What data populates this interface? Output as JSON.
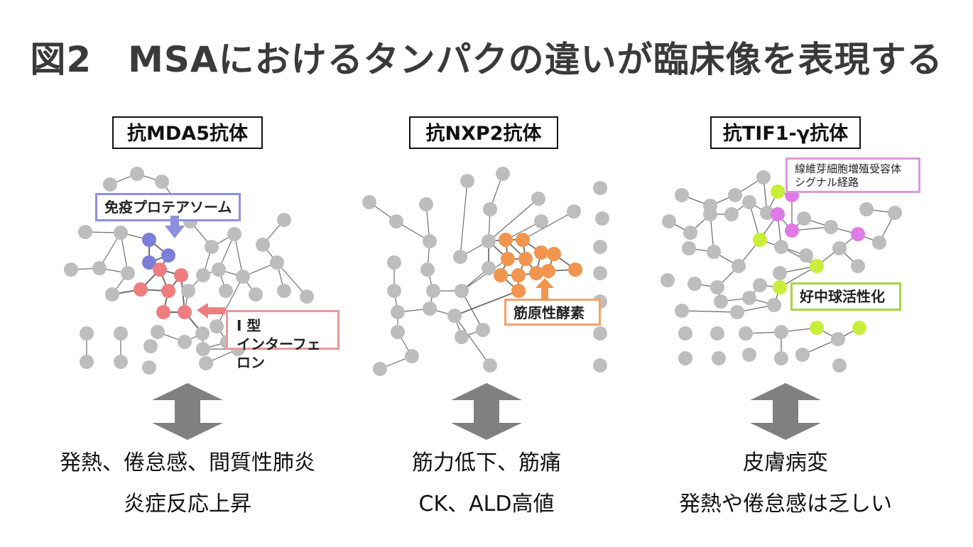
{
  "title": "図2　MSAにおけるタンパクの違いが臨床像を表現する",
  "colors": {
    "gray_node": "#bdbdbd",
    "blue_node": "#7b7fd6",
    "red_node": "#ef7d80",
    "orange_node": "#f2954e",
    "lime_node": "#c8ee3a",
    "purple_node": "#e07ae6",
    "edge": "#6f6f6f",
    "arrow": "#808080",
    "callout_blue": "#8f8fe0",
    "callout_red": "#e89a9c",
    "callout_orange": "#f2a36c",
    "callout_purple": "#d99ad9",
    "callout_lime": "#a6d53e"
  },
  "panels": [
    {
      "label": "抗MDA5抗体",
      "callouts": [
        {
          "text": "免疫プロテアソーム",
          "color": "blue"
        },
        {
          "text": "I 型\nインターフェロン",
          "color": "red"
        }
      ],
      "outcomes": [
        "発熱、倦怠感、間質性肺炎",
        "炎症反応上昇"
      ]
    },
    {
      "label": "抗NXP2抗体",
      "callouts": [
        {
          "text": "筋原性酵素",
          "color": "orange"
        }
      ],
      "outcomes": [
        "筋力低下、筋痛",
        "CK、ALD高値"
      ]
    },
    {
      "label": "抗TIF1-γ抗体",
      "callouts": [
        {
          "text": "線維芽細胞増殖受容体\nシグナル経路",
          "color": "purple"
        },
        {
          "text": "好中球活性化",
          "color": "lime"
        }
      ],
      "outcomes": [
        "皮膚病変",
        "発熱や倦怠感は乏しい"
      ]
    }
  ]
}
